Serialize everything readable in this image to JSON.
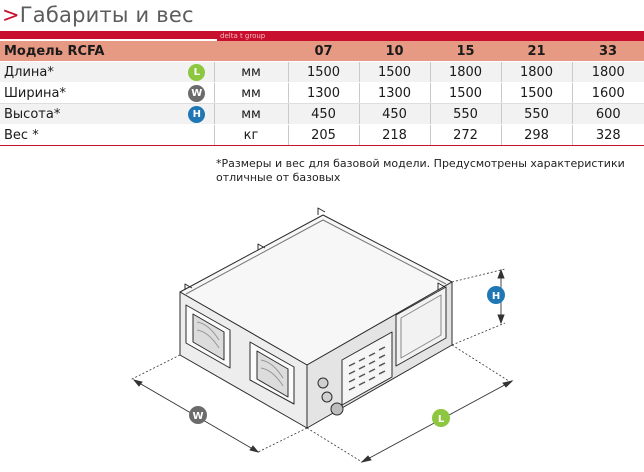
{
  "title": {
    "marker": ">",
    "text": "Габариты и вес"
  },
  "brand": "delta t group",
  "table": {
    "model_label": "Модель RCFA",
    "models": [
      "07",
      "10",
      "15",
      "21",
      "33"
    ],
    "rows": [
      {
        "label": "Длина*",
        "badge": "L",
        "unit": "мм",
        "values": [
          "1500",
          "1500",
          "1800",
          "1800",
          "1800"
        ]
      },
      {
        "label": "Ширина*",
        "badge": "W",
        "unit": "мм",
        "values": [
          "1300",
          "1300",
          "1500",
          "1500",
          "1600"
        ]
      },
      {
        "label": "Высота*",
        "badge": "H",
        "unit": "мм",
        "values": [
          "450",
          "450",
          "550",
          "550",
          "600"
        ]
      },
      {
        "label": "Вес *",
        "badge": "",
        "unit": "кг",
        "values": [
          "205",
          "218",
          "272",
          "298",
          "328"
        ]
      }
    ]
  },
  "note": "*Размеры и вес для базовой модели.  Предусмотрены характеристики отличные от базовых",
  "dimension_badges": {
    "h": "H",
    "w": "W",
    "l": "L"
  },
  "colors": {
    "accent": "#c8102e",
    "header": "#e79a83",
    "badge_l": "#8dc63f",
    "badge_w": "#6b6b6b",
    "badge_h": "#1f78b4"
  }
}
